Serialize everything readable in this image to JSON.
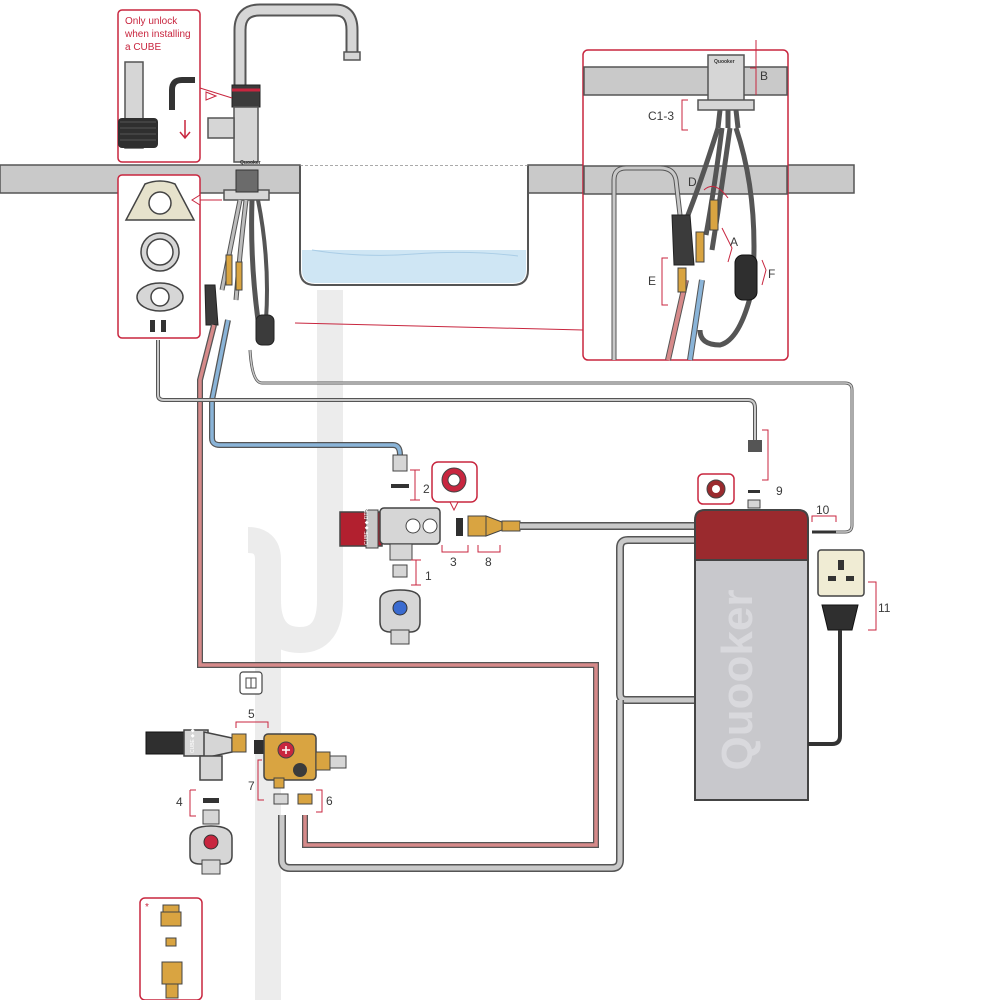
{
  "note": {
    "lines": [
      "Only unlock",
      "when installing",
      "a CUBE"
    ]
  },
  "brand": {
    "name": "Quooker",
    "small": "Quooker"
  },
  "valve_text": "CUBE ◆ ◆ DTR",
  "labels": {
    "n1": "1",
    "n2": "2",
    "n3": "3",
    "n4": "4",
    "n5": "5",
    "n6": "6",
    "n7": "7",
    "n8": "8",
    "n9": "9",
    "n10": "10",
    "n11": "11",
    "B": "B",
    "C": "C1-3",
    "D": "D",
    "A": "A",
    "E": "E",
    "F": "F",
    "star": "*"
  },
  "colors": {
    "accent": "#c8263f",
    "tank_top": "#9a2a2e",
    "tank_body": "#c8c8cc",
    "outline": "#5a5a5a",
    "hot_pipe": "#d68a8a",
    "cold_pipe": "#8ab4d8",
    "counter": "#c9c9c9",
    "water": "#cfe6f4",
    "brass": "#d9a441"
  }
}
